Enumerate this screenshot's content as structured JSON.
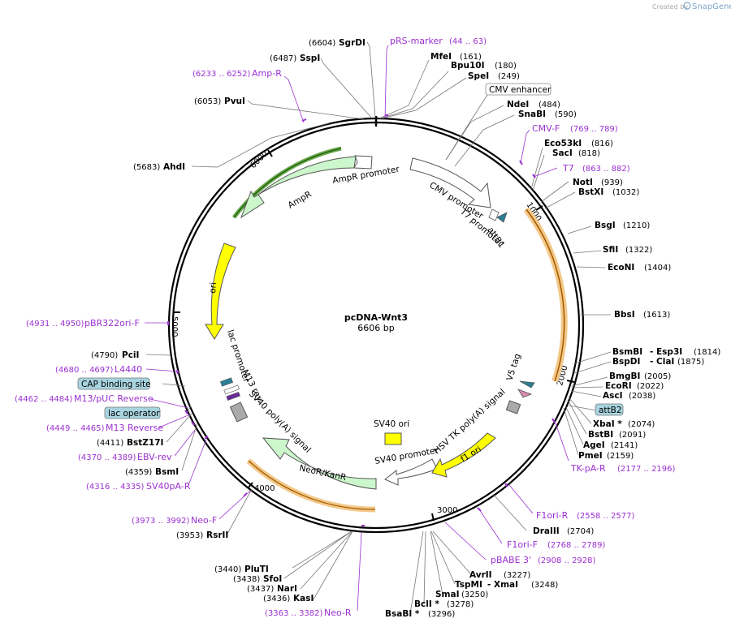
{
  "credit": {
    "text": "Created by",
    "brand": "SnapGene"
  },
  "plasmid": {
    "name": "pcDNA-Wnt3",
    "size": "6606 bp"
  },
  "ticks": [
    "1000",
    "2000",
    "3000",
    "4000",
    "5000",
    "6000"
  ],
  "enzymes": [
    {
      "name": "SgrDI",
      "pos": "(6604)"
    },
    {
      "name": "SspI",
      "pos": "(6487)"
    },
    {
      "name": "PvuI",
      "pos": "(6053)"
    },
    {
      "name": "AhdI",
      "pos": "(5683)"
    },
    {
      "name": "PciI",
      "pos": "(4790)"
    },
    {
      "name": "BstZ17I",
      "pos": "(4411)"
    },
    {
      "name": "BsmI",
      "pos": "(4359)"
    },
    {
      "name": "RsrII",
      "pos": "(3953)"
    },
    {
      "name": "PluTI",
      "pos": "(3440)"
    },
    {
      "name": "SfoI",
      "pos": "(3438)"
    },
    {
      "name": "NarI",
      "pos": "(3437)"
    },
    {
      "name": "KasI",
      "pos": "(3436)"
    },
    {
      "name": "MfeI",
      "pos": "(161)"
    },
    {
      "name": "Bpu10I",
      "pos": "(180)"
    },
    {
      "name": "SpeI",
      "pos": "(249)"
    },
    {
      "name": "NdeI",
      "pos": "(484)"
    },
    {
      "name": "SnaBI",
      "pos": "(590)"
    },
    {
      "name": "Eco53kI",
      "pos": "(816)"
    },
    {
      "name": "SacI",
      "pos": "(818)"
    },
    {
      "name": "NotI",
      "pos": "(939)"
    },
    {
      "name": "BstXI",
      "pos": "(1032)"
    },
    {
      "name": "BsgI",
      "pos": "(1210)"
    },
    {
      "name": "SfiI",
      "pos": "(1322)"
    },
    {
      "name": "EcoNI",
      "pos": "(1404)"
    },
    {
      "name": "BbsI",
      "pos": "(1613)"
    },
    {
      "name": "BsmBI",
      "name2": "- Esp3I",
      "pos": "(1814)"
    },
    {
      "name": "BspDI",
      "name2": "- ClaI",
      "pos": "(1875)"
    },
    {
      "name": "BmgBI",
      "pos": "(2005)"
    },
    {
      "name": "EcoRI",
      "pos": "(2022)"
    },
    {
      "name": "AscI",
      "pos": "(2038)"
    },
    {
      "name": "XbaI *",
      "pos": "(2074)"
    },
    {
      "name": "BstBI",
      "pos": "(2091)"
    },
    {
      "name": "AgeI",
      "pos": "(2141)"
    },
    {
      "name": "PmeI",
      "pos": "(2159)"
    },
    {
      "name": "DraIII",
      "pos": "(2704)"
    },
    {
      "name": "AvrII",
      "pos": "(3227)"
    },
    {
      "name": "TspMI",
      "name2": "- XmaI",
      "pos": "(3248)"
    },
    {
      "name": "SmaI",
      "pos": "(3250)"
    },
    {
      "name": "BclI *",
      "pos": "(3278)"
    },
    {
      "name": "BsaBI *",
      "pos": "(3296)"
    }
  ],
  "primers": [
    {
      "name": "pRS-marker",
      "pos": "(44 .. 63)"
    },
    {
      "name": "Amp-R",
      "pos": "(6233 .. 6252)"
    },
    {
      "name": "CMV-F",
      "pos": "(769 .. 789)"
    },
    {
      "name": "T7",
      "pos": "(863 .. 882)"
    },
    {
      "name": "pBR322ori-F",
      "pos": "(4931 .. 4950)"
    },
    {
      "name": "L4440",
      "pos": "(4680 .. 4697)"
    },
    {
      "name": "M13/pUC Reverse",
      "pos": "(4462 .. 4484)"
    },
    {
      "name": "M13 Reverse",
      "pos": "(4449 .. 4465)"
    },
    {
      "name": "EBV-rev",
      "pos": "(4370 .. 4389)"
    },
    {
      "name": "SV40pA-R",
      "pos": "(4316 .. 4335)"
    },
    {
      "name": "Neo-F",
      "pos": "(3973 .. 3992)"
    },
    {
      "name": "Neo-R",
      "pos": "(3363 .. 3382)"
    },
    {
      "name": "TK-pA-R",
      "pos": "(2177 .. 2196)"
    },
    {
      "name": "F1ori-R",
      "pos": "(2558 .. 2577)"
    },
    {
      "name": "F1ori-F",
      "pos": "(2768 .. 2789)"
    },
    {
      "name": "pBABE 3'",
      "pos": "(2908 .. 2928)"
    }
  ],
  "boxed_labels": [
    "CMV enhancer",
    "CAP binding site",
    "lac operator",
    "attB2"
  ],
  "features": {
    "ampr_promoter": "AmpR promoter",
    "ampr": "AmpR",
    "cmv_promoter": "CMV promoter",
    "t7_promoter": "T7 promoter",
    "attb1": "attB1",
    "ori": "ori",
    "lac_promoter": "lac promoter",
    "m13_rev": "M13 rev",
    "sv40_polya": "SV40 poly(A) signal",
    "neo_kan": "NeoR/KanR",
    "sv40_ori": "SV40 ori",
    "sv40_promoter": "SV40 promoter",
    "hsv_tk": "HSV TK poly(A) signal",
    "f1_ori": "f1 ori",
    "v5_tag": "V5 tag"
  },
  "colors": {
    "primer": "#9b30d0",
    "ampr_fill": "#ccf7cc",
    "ori_fill": "#ffff00",
    "insert_band": "#f3c888",
    "boxed_fill": "#a8d4e0"
  }
}
